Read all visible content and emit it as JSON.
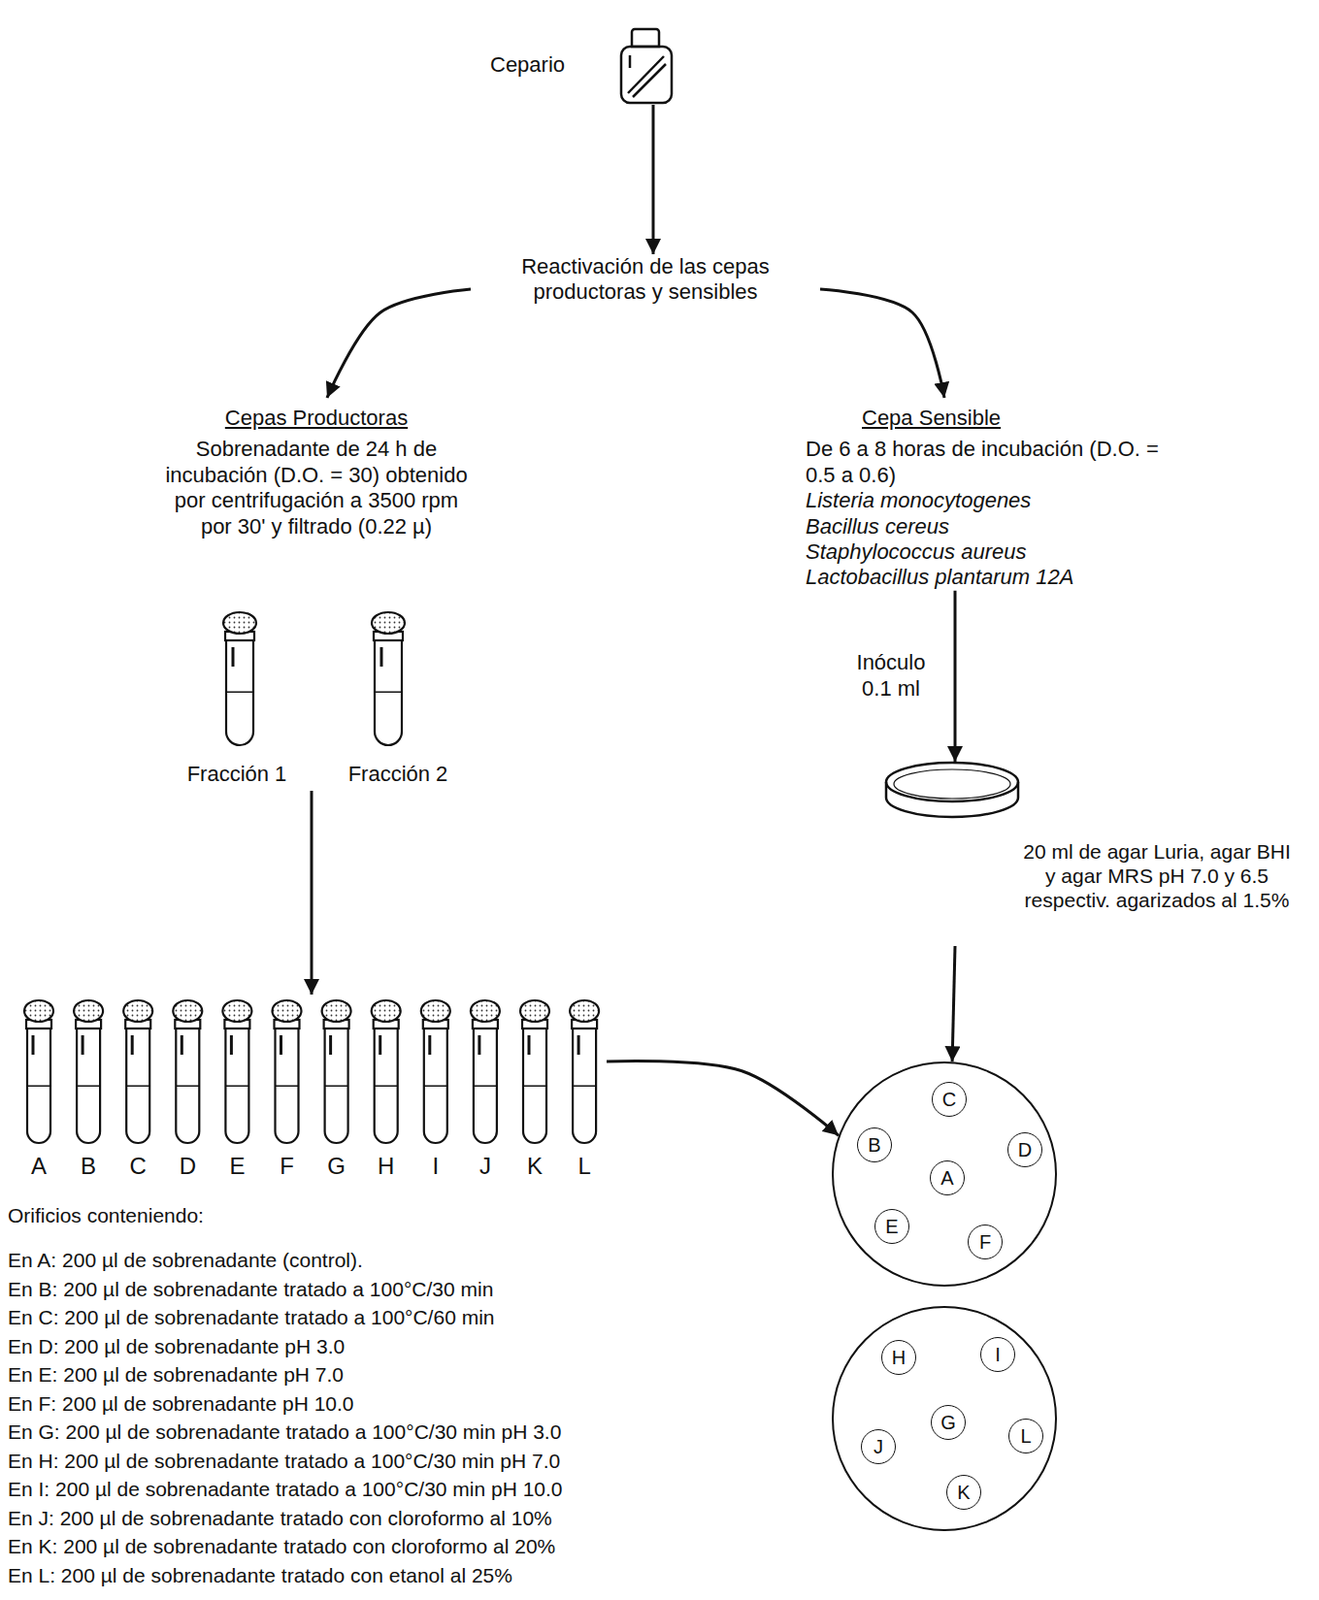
{
  "diagram": {
    "nodes": [
      {
        "text": [
          "Cepario"
        ]
      },
      {
        "text": [
          "Reactivación de las cepas productoras y sensibles"
        ]
      },
      {
        "text": [
          "Cepas Productoras",
          "Sobrenadante de 24 h de incubación (D.O. = 30) obtenido por centrifugación a 3500 rpm por 30' y filtrado (0.22 µ)"
        ]
      },
      {
        "text": [
          "Cepa Sensible",
          "De 6 a 8 horas de incubación (D.O. = 0.5 a 0.6)",
          "Listeria monocytogenes",
          "Bacillus cereus",
          "Staphylococcus aureus",
          "Lactobacillus plantarum 12A"
        ]
      },
      {
        "text": [
          "Fracción 1",
          "Fracción 2"
        ]
      },
      {
        "text": [
          "A",
          "B",
          "C",
          "D",
          "E",
          "F",
          "G",
          "H",
          "I",
          "J",
          "K",
          "L"
        ]
      },
      {
        "text": [
          "20 ml de agar Luria, agar BHI y agar MRS pH 7.0 y 6.5 respectiv. agarizados al 1.5%"
        ]
      },
      {
        "text": []
      },
      {
        "text": [
          "A"
        ],
        "in": 7
      },
      {
        "text": [
          "B"
        ],
        "in": 7
      },
      {
        "text": [
          "C"
        ],
        "in": 7
      },
      {
        "text": [
          "D"
        ],
        "in": 7
      },
      {
        "text": [
          "E"
        ],
        "in": 7
      },
      {
        "text": [
          "F"
        ],
        "in": 7
      },
      {
        "text": []
      },
      {
        "text": [
          "G"
        ],
        "in": 14
      },
      {
        "text": [
          "H"
        ],
        "in": 14
      },
      {
        "text": [
          "I"
        ],
        "in": 14
      },
      {
        "text": [
          "J"
        ],
        "in": 14
      },
      {
        "text": [
          "K"
        ],
        "in": 14
      },
      {
        "text": [
          "L"
        ],
        "in": 14
      }
    ],
    "edges": [
      {
        "from": 0,
        "to": 1,
        "arrow": "to"
      },
      {
        "from": 1,
        "to": 2,
        "arrow": "to"
      },
      {
        "from": 1,
        "to": 3,
        "arrow": "to"
      },
      {
        "from": 3,
        "to": 6,
        "label": "Inóculo 0.1 ml",
        "arrow": "to"
      },
      {
        "from": 4,
        "to": 5,
        "arrow": "to"
      },
      {
        "from": 5,
        "to": 7,
        "arrow": "to"
      },
      {
        "from": 6,
        "to": 7,
        "arrow": "to"
      }
    ],
    "labels": [
      "Orificios conteniendo:",
      "En A: 200 µl de sobrenadante (control).",
      "En B: 200 µl de sobrenadante tratado a 100°C/30 min",
      "En C: 200 µl de sobrenadante tratado a 100°C/60 min",
      "En D: 200 µl de sobrenadante pH 3.0",
      "En E: 200 µl de sobrenadante pH 7.0",
      "En F: 200 µl de sobrenadante pH 10.0",
      "En G: 200 µl de sobrenadante tratado a 100°C/30 min pH 3.0",
      "En H: 200 µl de sobrenadante tratado a 100°C/30 min pH 7.0",
      "En I: 200 µl de sobrenadante tratado a 100°C/30 min pH 10.0",
      "En J: 200 µl de sobrenadante tratado con cloroformo al 10%",
      "En K: 200 µl de sobrenadante tratado con cloroformo al 20%",
      "En L: 200 µl de sobrenadante tratado con etanol al 25%"
    ]
  }
}
